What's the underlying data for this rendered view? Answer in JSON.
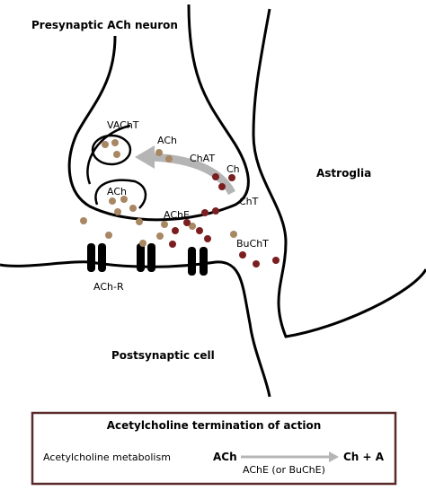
{
  "labels": {
    "presynaptic": "Presynaptic ACh neuron",
    "astroglia": "Astroglia",
    "postsynaptic": "Postsynaptic cell",
    "vacht": "VAChT",
    "ach_top": "ACh",
    "chat": "ChAT",
    "ch": "Ch",
    "cht": "ChT",
    "ach_vesicle": "ACh",
    "ache": "AChE",
    "buchte": "BuChT",
    "achr": "ACh-R"
  },
  "legend": {
    "title": "Acetylcholine termination of action",
    "row_label": "Acetylcholine metabolism",
    "substrate": "ACh",
    "products": "Ch + A",
    "enzyme": "AChE (or BuChE)"
  },
  "colors": {
    "ach_dot": "#a88763",
    "ch_dot": "#7a1e20",
    "arrow_gray": "#b5b5b5",
    "box_border": "#5a2a2a",
    "outline": "#000000"
  }
}
